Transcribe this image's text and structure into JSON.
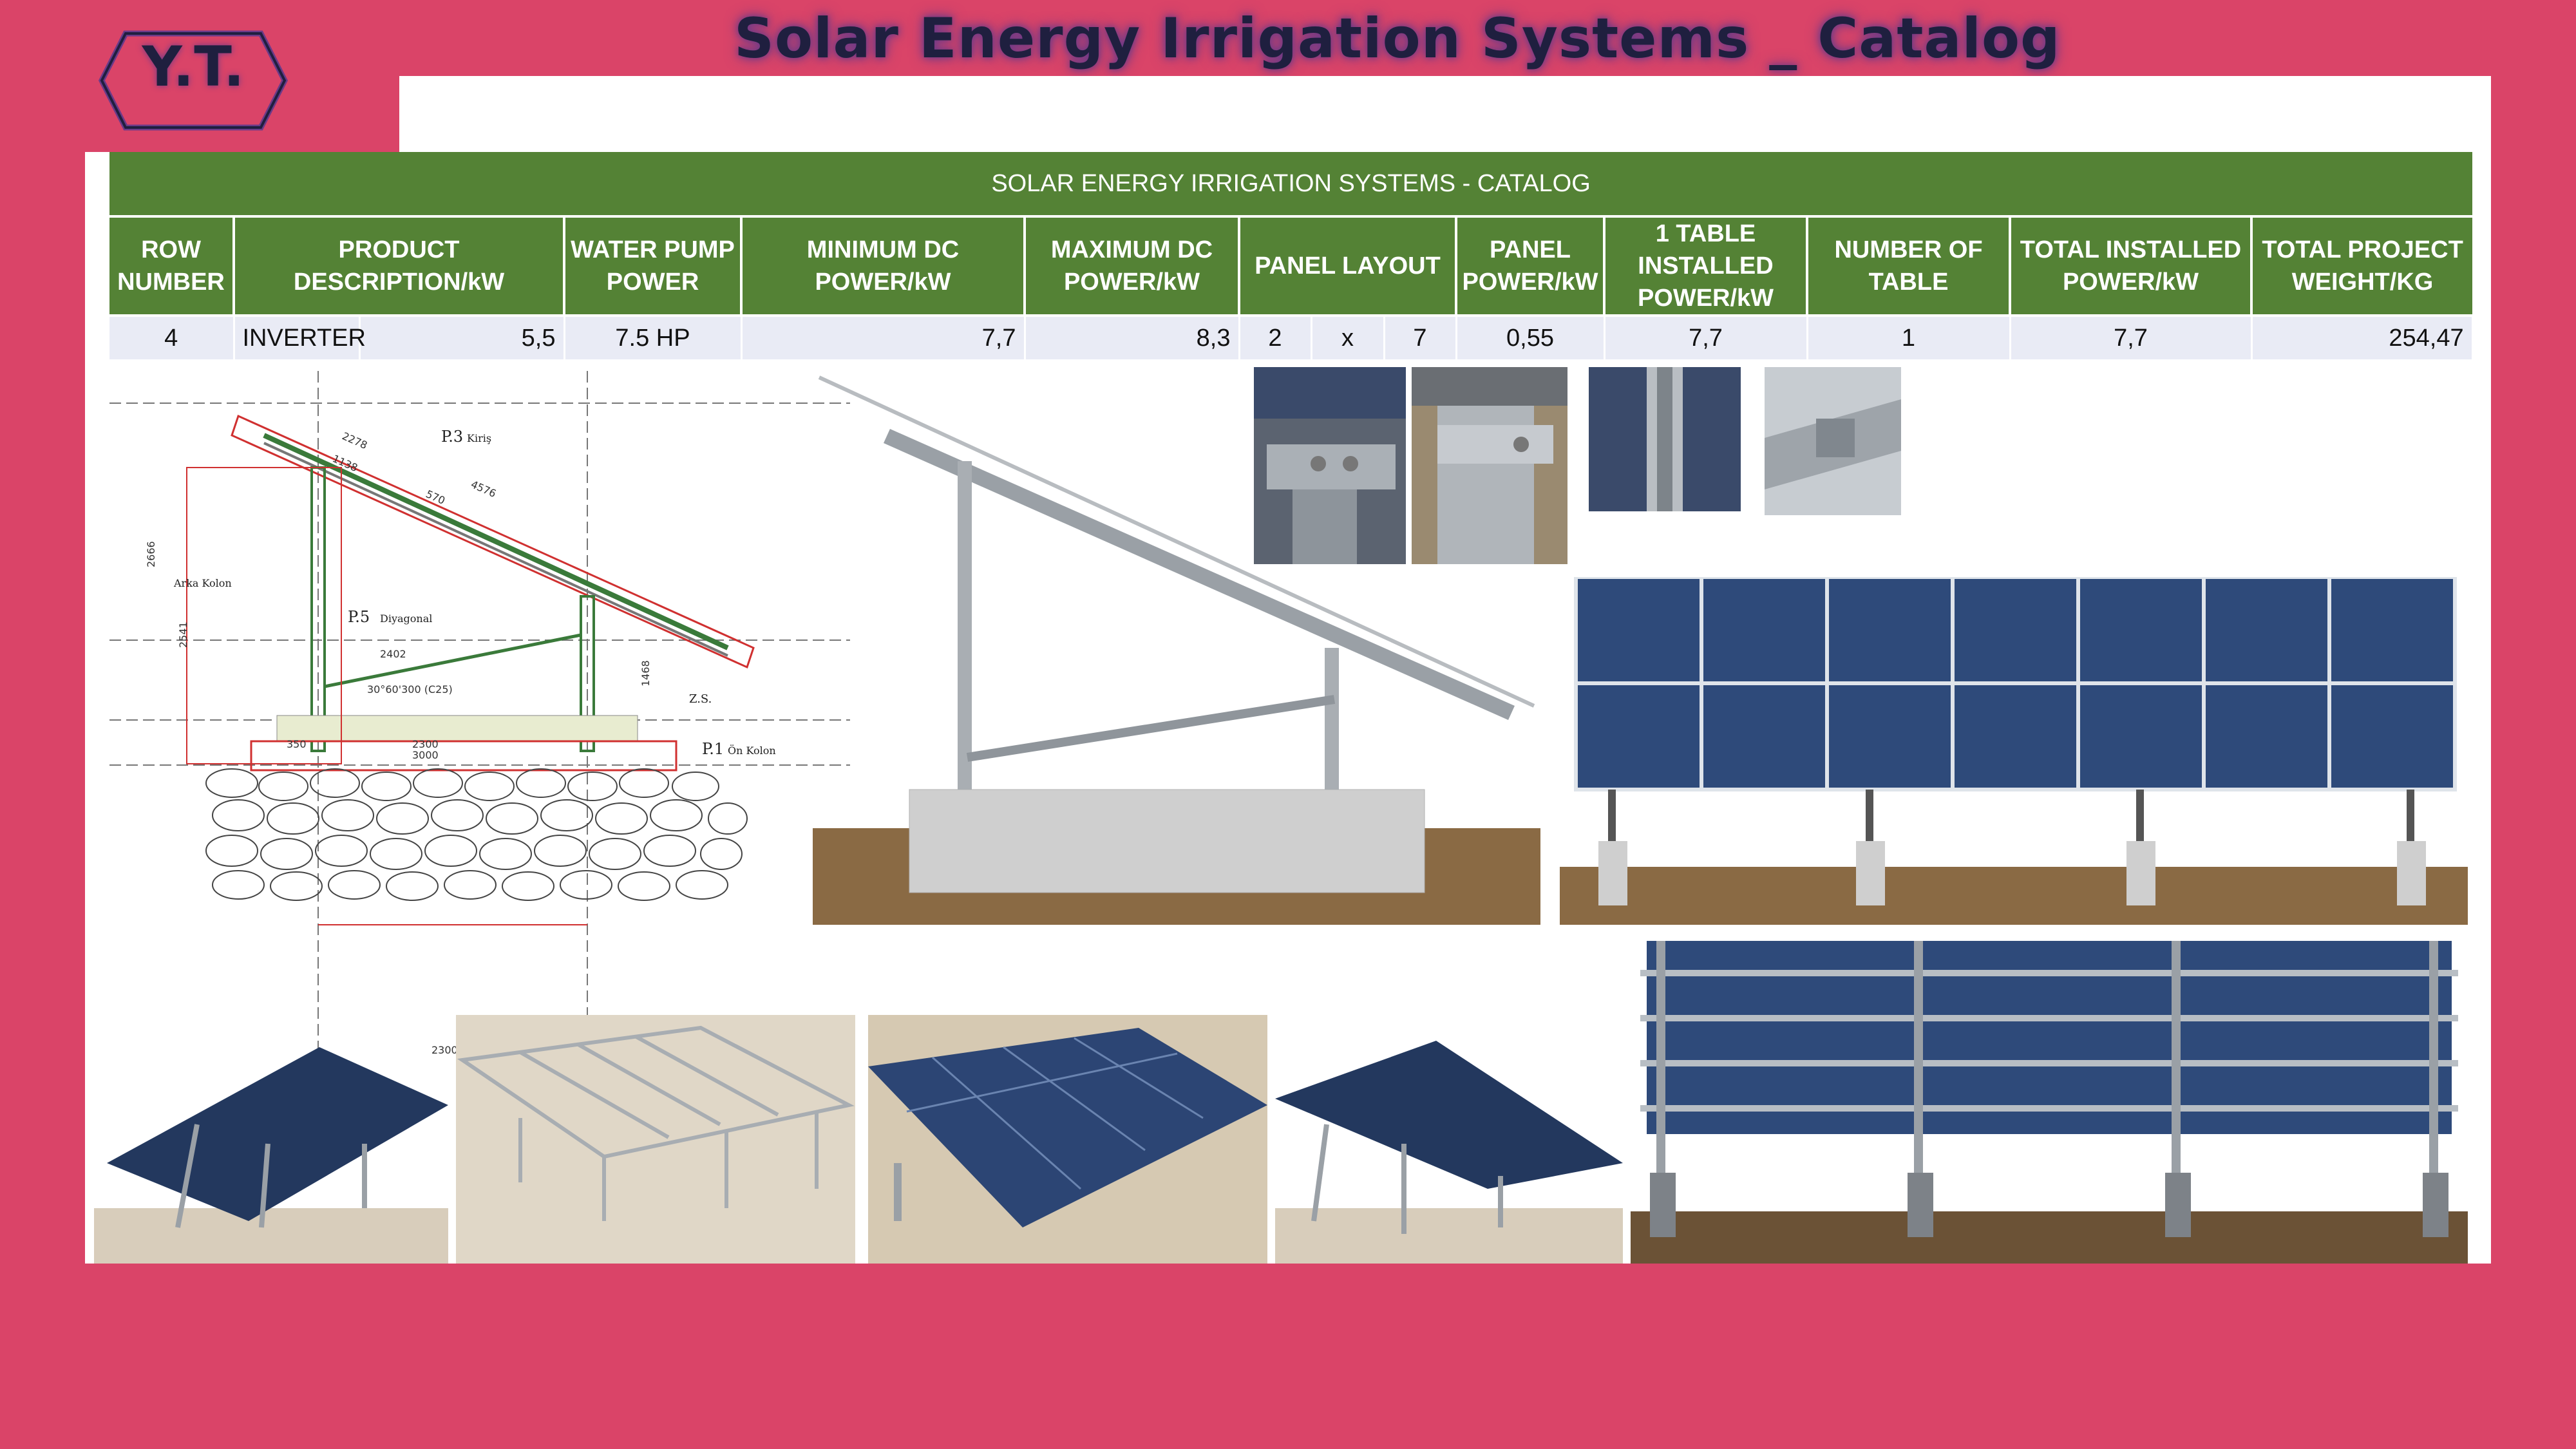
{
  "header": {
    "title": "Solar Energy Irrigation Systems _ Catalog",
    "logo_text": "Y.T."
  },
  "table": {
    "banner": "SOLAR ENERGY IRRIGATION SYSTEMS - CATALOG",
    "columns": {
      "row_number": "ROW NUMBER",
      "product_description": "PRODUCT DESCRIPTION/kW",
      "water_pump_power": "WATER PUMP POWER",
      "minimum_dc": "MINIMUM DC POWER/kW",
      "maximum_dc": "MAXIMUM DC POWER/kW",
      "panel_layout": "PANEL LAYOUT",
      "panel_power": "PANEL POWER/kW",
      "table_installed": "1 TABLE INSTALLED POWER/kW",
      "number_of_table": "NUMBER OF TABLE",
      "total_installed": "TOTAL INSTALLED POWER/kW",
      "total_weight": "TOTAL PROJECT WEIGHT/KG"
    },
    "row": {
      "row_number": "4",
      "product": "INVERTER",
      "product_kw": "5,5",
      "water_pump": "7.5 HP",
      "minimum_dc": "7,7",
      "maximum_dc": "8,3",
      "layout_rows": "2",
      "layout_x": "x",
      "layout_cols": "7",
      "panel_power": "0,55",
      "table_installed": "7,7",
      "number_of_table": "1",
      "total_installed": "7,7",
      "total_weight": "254,47"
    }
  },
  "drawing": {
    "labels": [
      "P.3",
      "Kiriş",
      "P.5",
      "Diyagonal",
      "Arka Kolon",
      "P.1",
      "Ön Kolon",
      "Z.S."
    ],
    "dims": [
      "2278",
      "1138",
      "570",
      "4576",
      "2300",
      "3000",
      "350",
      "2402",
      "2541",
      "2666",
      "30°60'300 (C25)",
      "1468"
    ]
  },
  "colors": {
    "background": "#da4468",
    "table_green": "#548235",
    "row_fill": "#e9ebf5",
    "panel_blue": "#2e4a7a",
    "soil": "#8a6a44",
    "concrete": "#cfcfcf"
  }
}
